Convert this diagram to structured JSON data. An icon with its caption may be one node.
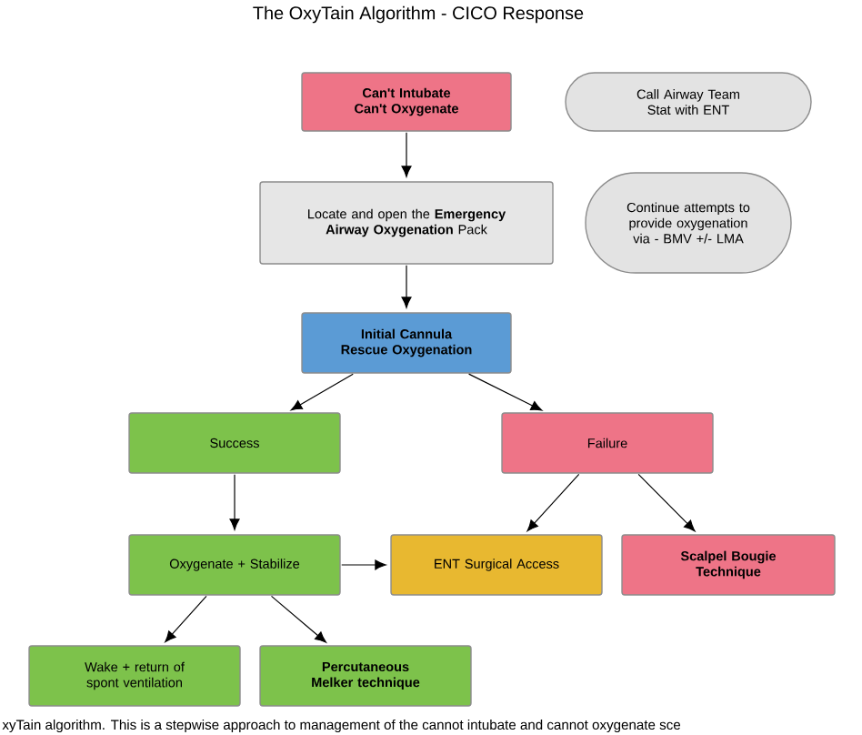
{
  "diagram": {
    "title": "The OxyTain Algorithm - CICO Response",
    "caption": "xyTain algorithm. This is a stepwise approach to management of the cannot intubate and cannot oxygenate sce",
    "nodes": [
      {
        "text": [
          "Can't Intubate Can't Oxygenate"
        ]
      },
      {
        "text": [
          "Call Airway Team Stat with ENT"
        ]
      },
      {
        "text": [
          "Locate and open the **Emergency Airway Oxygenation** Pack"
        ]
      },
      {
        "text": [
          "Continue attempts to provide oxygenation via - BMV +/- LMA"
        ]
      },
      {
        "text": [
          "Initial Cannula Rescue Oxygenation"
        ]
      },
      {
        "text": [
          "Success"
        ]
      },
      {
        "text": [
          "Failure"
        ]
      },
      {
        "text": [
          "Oxygenate + Stabilize"
        ]
      },
      {
        "text": [
          "ENT Surgical Access"
        ]
      },
      {
        "text": [
          "Scalpel Bougie Technique"
        ]
      },
      {
        "text": [
          "Wake + return of spont ventilation"
        ]
      },
      {
        "text": [
          "Percutaneous Melker technique"
        ]
      }
    ],
    "edges": [
      {
        "from": 0,
        "to": 2,
        "arrow": "to"
      },
      {
        "from": 2,
        "to": 4,
        "arrow": "to"
      },
      {
        "from": 4,
        "to": 5,
        "arrow": "to"
      },
      {
        "from": 4,
        "to": 6,
        "arrow": "to"
      },
      {
        "from": 5,
        "to": 7,
        "arrow": "to"
      },
      {
        "from": 6,
        "to": 8,
        "arrow": "to"
      },
      {
        "from": 6,
        "to": 9,
        "arrow": "to"
      },
      {
        "from": 7,
        "to": 8,
        "arrow": "to"
      },
      {
        "from": 7,
        "to": 10,
        "arrow": "to"
      },
      {
        "from": 7,
        "to": 11,
        "arrow": "to"
      }
    ]
  }
}
